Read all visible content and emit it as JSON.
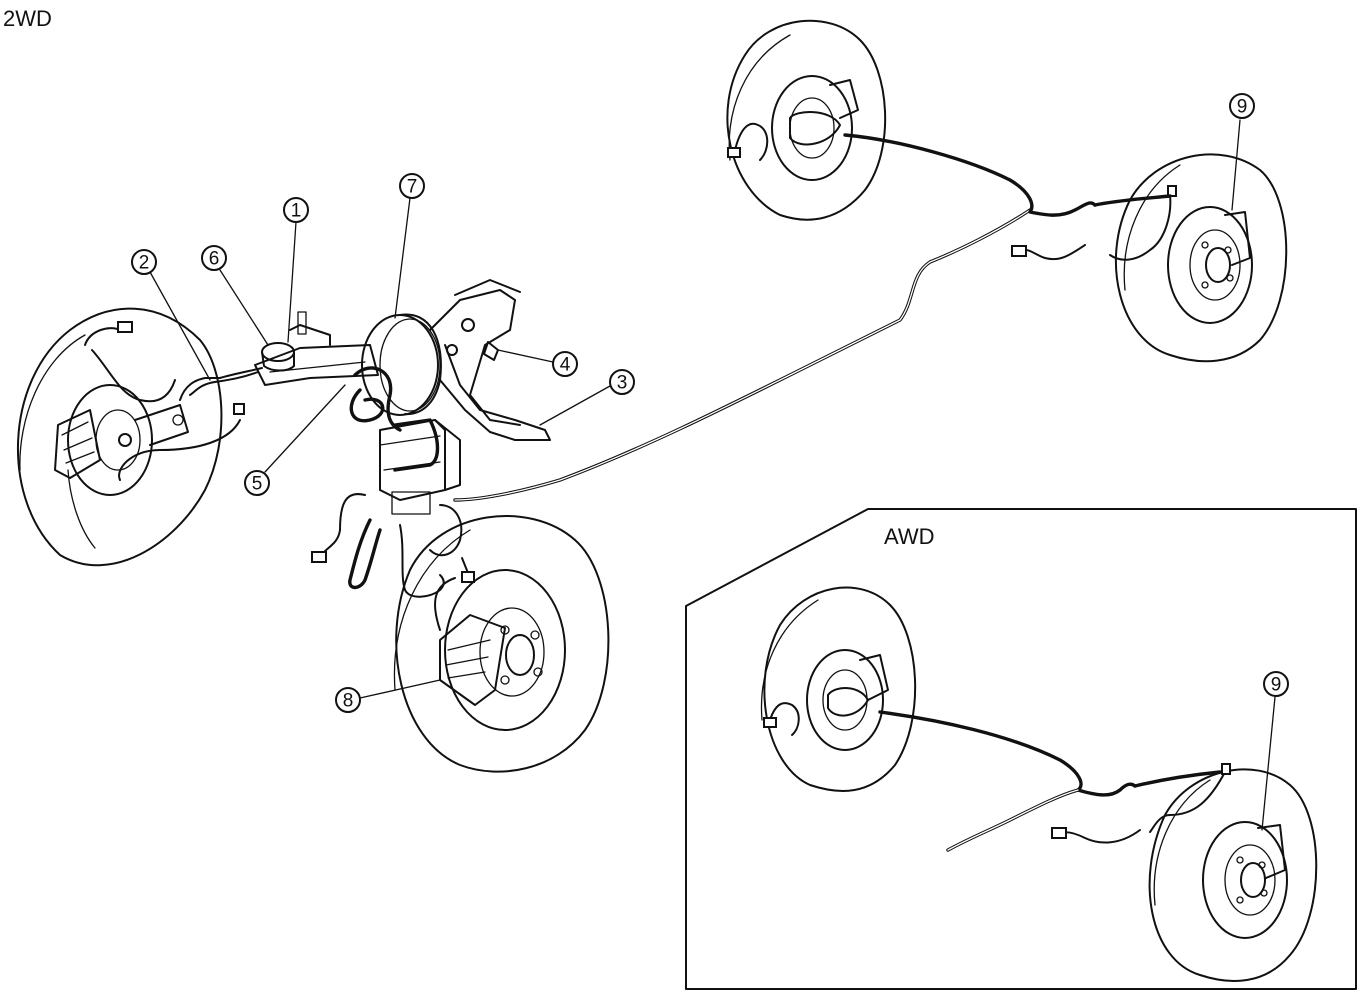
{
  "labels": {
    "main_view": "2WD",
    "inset_view": "AWD"
  },
  "callouts": {
    "c1": "1",
    "c2": "2",
    "c3": "3",
    "c4": "4",
    "c5": "5",
    "c6": "6",
    "c7": "7",
    "c8": "8",
    "c9": "9",
    "c9_awd": "9"
  },
  "colors": {
    "line": "#111111",
    "background": "#ffffff"
  }
}
